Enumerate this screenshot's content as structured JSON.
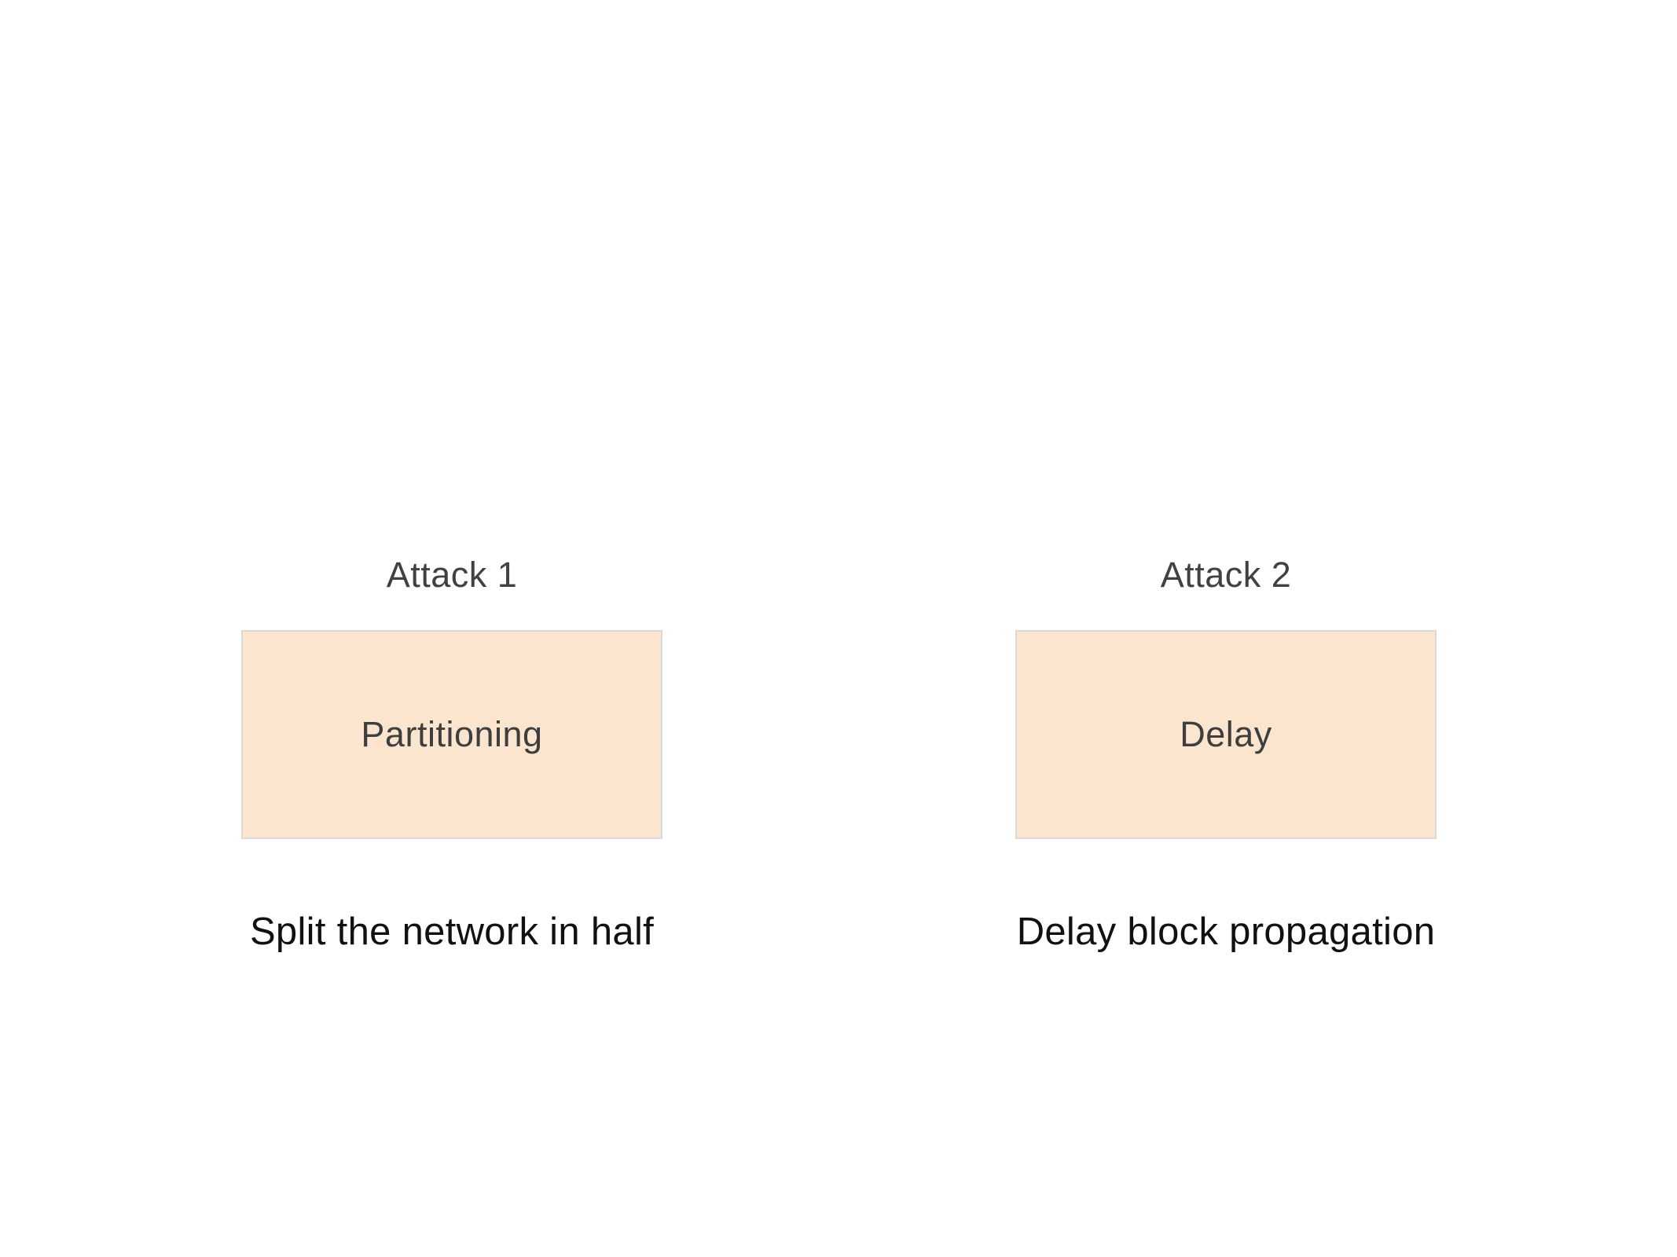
{
  "page": {
    "background": "#ffffff"
  },
  "colors": {
    "box_fill": "#fbe5ce",
    "box_border": "#d9d9d9",
    "heading_text": "#414141",
    "box_label_text": "#3e3e3e",
    "caption_text": "#111111"
  },
  "attacks": [
    {
      "heading": "Attack 1",
      "box_label": "Partitioning",
      "caption": "Split the network in half"
    },
    {
      "heading": "Attack 2",
      "box_label": "Delay",
      "caption": "Delay block propagation"
    }
  ]
}
